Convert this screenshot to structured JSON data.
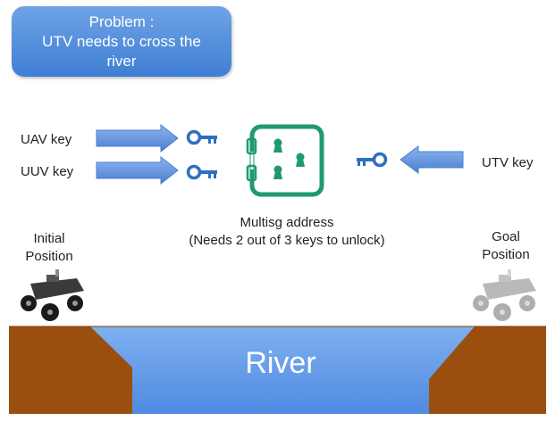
{
  "problem": {
    "line1": "Problem :",
    "line2": "UTV needs to cross the",
    "line3": "river"
  },
  "keys": {
    "uav": "UAV key",
    "uuv": "UUV key",
    "utv": "UTV key"
  },
  "multisig": {
    "line1": "Multisg address",
    "line2": "(Needs 2 out of 3 keys to unlock)"
  },
  "initial": {
    "line1": "Initial",
    "line2": "Position"
  },
  "goal": {
    "line1": "Goal",
    "line2": "Position"
  },
  "river": {
    "label": "River"
  },
  "colors": {
    "problem_box": "#4a86d8",
    "arrow": "#5b8fdc",
    "key": "#2e6fc0",
    "safe": "#1f9a6d",
    "earth": "#9a4f0e",
    "water": "#5a95e8"
  },
  "icons": [
    "key-icon",
    "safe-icon",
    "rover-icon",
    "arrow-right-icon",
    "arrow-left-icon"
  ]
}
